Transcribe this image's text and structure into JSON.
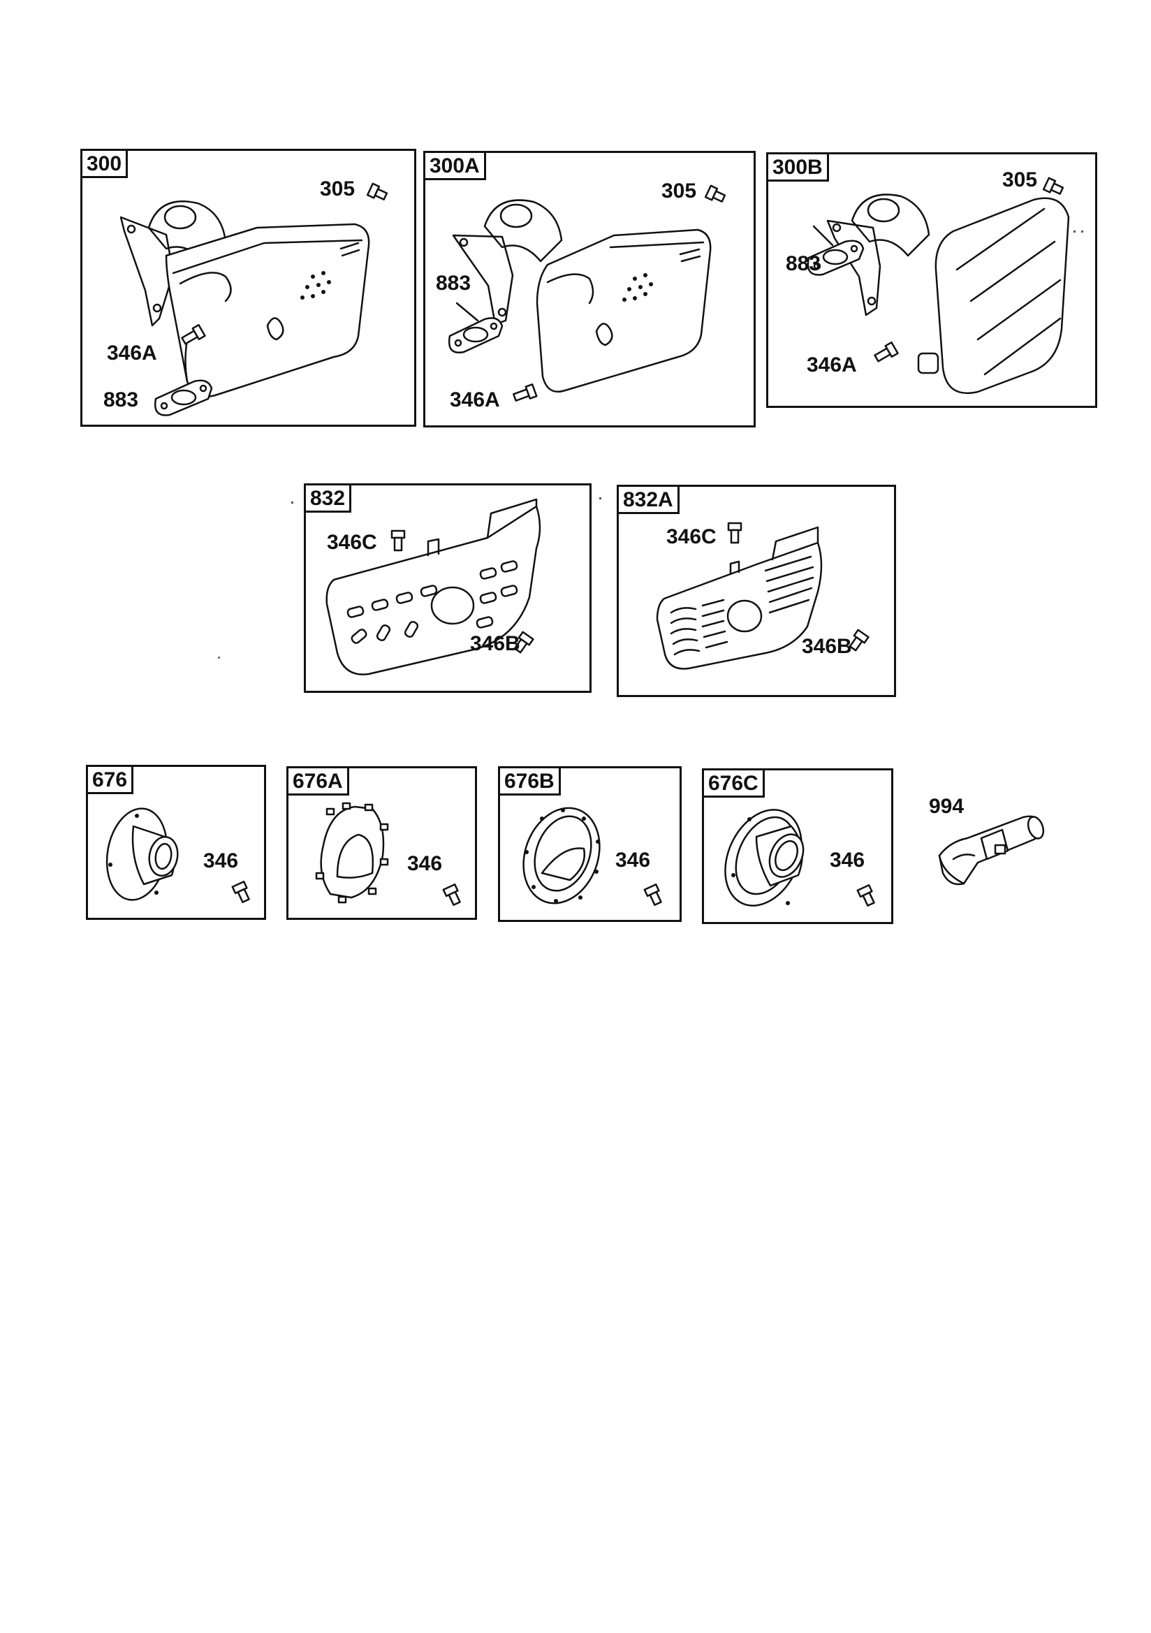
{
  "panels": {
    "p300": {
      "id": "300",
      "labels": [
        "305",
        "346A",
        "883"
      ]
    },
    "p300a": {
      "id": "300A",
      "labels": [
        "305",
        "883",
        "346A"
      ]
    },
    "p300b": {
      "id": "300B",
      "labels": [
        "305",
        "883",
        "346A"
      ]
    },
    "p832": {
      "id": "832",
      "labels": [
        "346C",
        "346B"
      ]
    },
    "p832a": {
      "id": "832A",
      "labels": [
        "346C",
        "346B"
      ]
    },
    "p676": {
      "id": "676",
      "labels": [
        "346"
      ]
    },
    "p676a": {
      "id": "676A",
      "labels": [
        "346"
      ]
    },
    "p676b": {
      "id": "676B",
      "labels": [
        "346"
      ]
    },
    "p676c": {
      "id": "676C",
      "labels": [
        "346"
      ]
    }
  },
  "loose_part": {
    "id": "994"
  }
}
